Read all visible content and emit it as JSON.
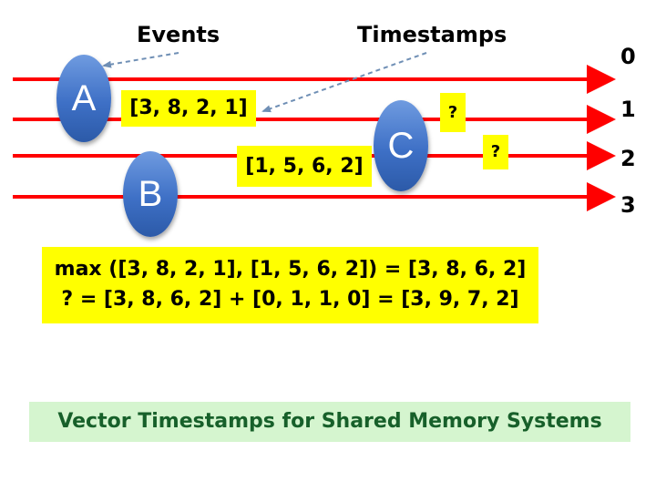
{
  "labels": {
    "events": "Events",
    "timestamps": "Timestamps"
  },
  "lines": [
    {
      "label": "0"
    },
    {
      "label": "1"
    },
    {
      "label": "2"
    },
    {
      "label": "3"
    }
  ],
  "events": [
    {
      "label": "A"
    },
    {
      "label": "B"
    },
    {
      "label": "C"
    }
  ],
  "timestamp_boxes": {
    "a": "[3, 8, 2, 1]",
    "b": "[1, 5, 6, 2]",
    "q1": "?",
    "q2": "?"
  },
  "formula": {
    "line1": "max ([3, 8, 2, 1], [1, 5, 6, 2]) = [3, 8, 6, 2]",
    "line2": "? = [3, 8, 6, 2] + [0, 1, 1, 0] = [3, 9, 7, 2]"
  },
  "caption": "Vector Timestamps for Shared Memory Systems",
  "colors": {
    "line": "#ff0000",
    "event_fill": "#4a7dd1",
    "highlight": "#ffff00",
    "caption_bg": "#d5f5cf",
    "caption_text": "#17602a",
    "pointer": "#6f8fb5"
  }
}
